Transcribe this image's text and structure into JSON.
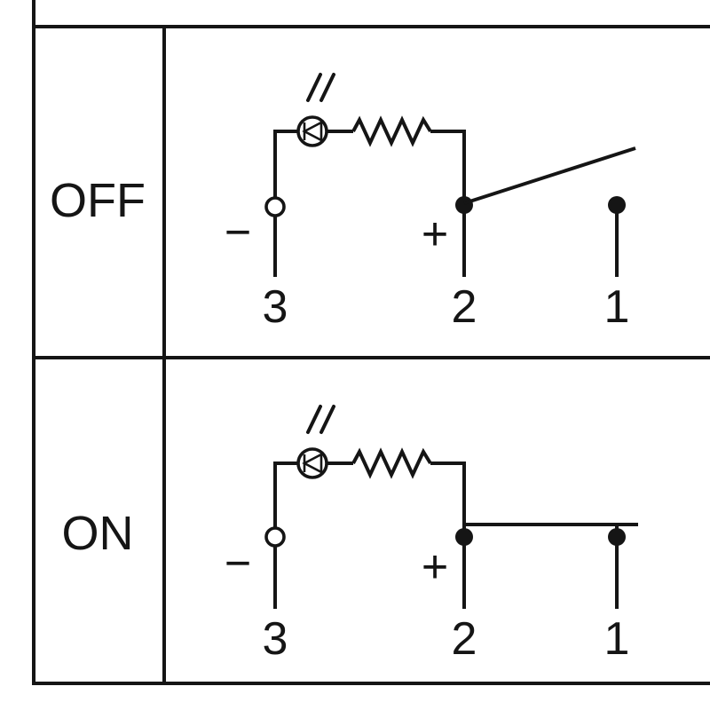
{
  "diagram": {
    "rows": [
      {
        "state": "OFF",
        "polarity_negative": "−",
        "polarity_positive": "+",
        "terminals": {
          "t3": "3",
          "t2": "2",
          "t1": "1"
        }
      },
      {
        "state": "ON",
        "polarity_negative": "−",
        "polarity_positive": "+",
        "terminals": {
          "t3": "3",
          "t2": "2",
          "t1": "1"
        }
      }
    ],
    "ink_color": "#151515",
    "background_color": "#ffffff"
  }
}
